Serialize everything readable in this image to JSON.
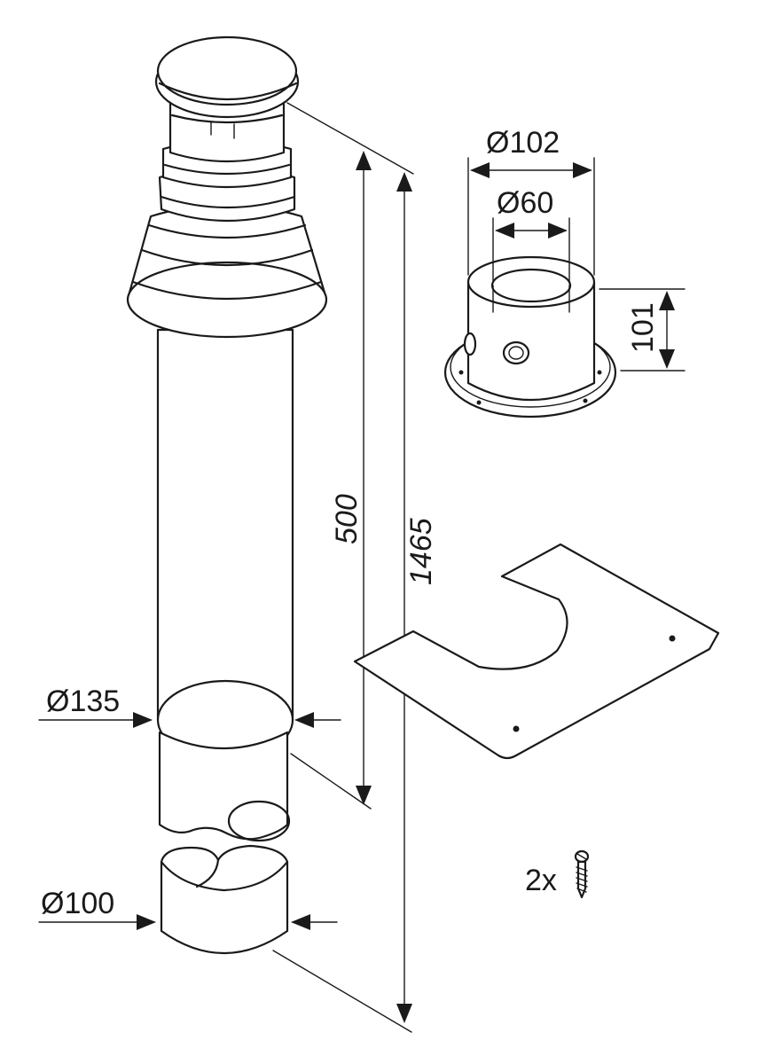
{
  "dimensions": {
    "pipe_outer_diameter": "Ø135",
    "pipe_inner_diameter": "Ø100",
    "pipe_length_partial": "500",
    "pipe_length_total": "1465",
    "collar_outer_diameter": "Ø102",
    "collar_inner_diameter": "Ø60",
    "collar_height": "101"
  },
  "accessories": {
    "screw_quantity": "2x"
  },
  "colors": {
    "line": "#1a1a1a",
    "background": "#ffffff"
  }
}
